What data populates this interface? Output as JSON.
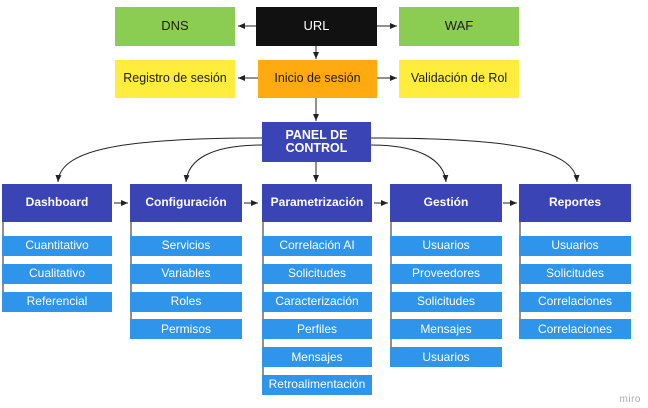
{
  "top_row": {
    "dns": "DNS",
    "url": "URL",
    "waf": "WAF"
  },
  "session_row": {
    "registro": "Registro de sesión",
    "inicio": "Inicio de sesión",
    "validacion": "Validación de Rol"
  },
  "hub": {
    "label": "PANEL DE CONTROL"
  },
  "columns": [
    {
      "title": "Dashboard",
      "items": [
        "Cuantitativo",
        "Cualitativo",
        "Referencial"
      ]
    },
    {
      "title": "Configuración",
      "items": [
        "Servicios",
        "Variables",
        "Roles",
        "Permisos"
      ]
    },
    {
      "title": "Parametrización",
      "items": [
        "Correlación AI",
        "Solicitudes",
        "Caracterización",
        "Perfiles",
        "Mensajes",
        "Retroalimentación"
      ]
    },
    {
      "title": "Gestión",
      "items": [
        "Usuarios",
        "Proveedores",
        "Solicitudes",
        "Mensajes",
        "Usuarios"
      ]
    },
    {
      "title": "Reportes",
      "items": [
        "Usuarios",
        "Solicitudes",
        "Correlaciones",
        "Correlaciones"
      ]
    }
  ],
  "watermark": "miro",
  "colors": {
    "green": "#8bcc52",
    "black": "#111111",
    "yellow": "#ffed3e",
    "orange": "#ffaa11",
    "navy": "#3a44b4",
    "blue": "#2e95ea",
    "line": "#222222"
  }
}
